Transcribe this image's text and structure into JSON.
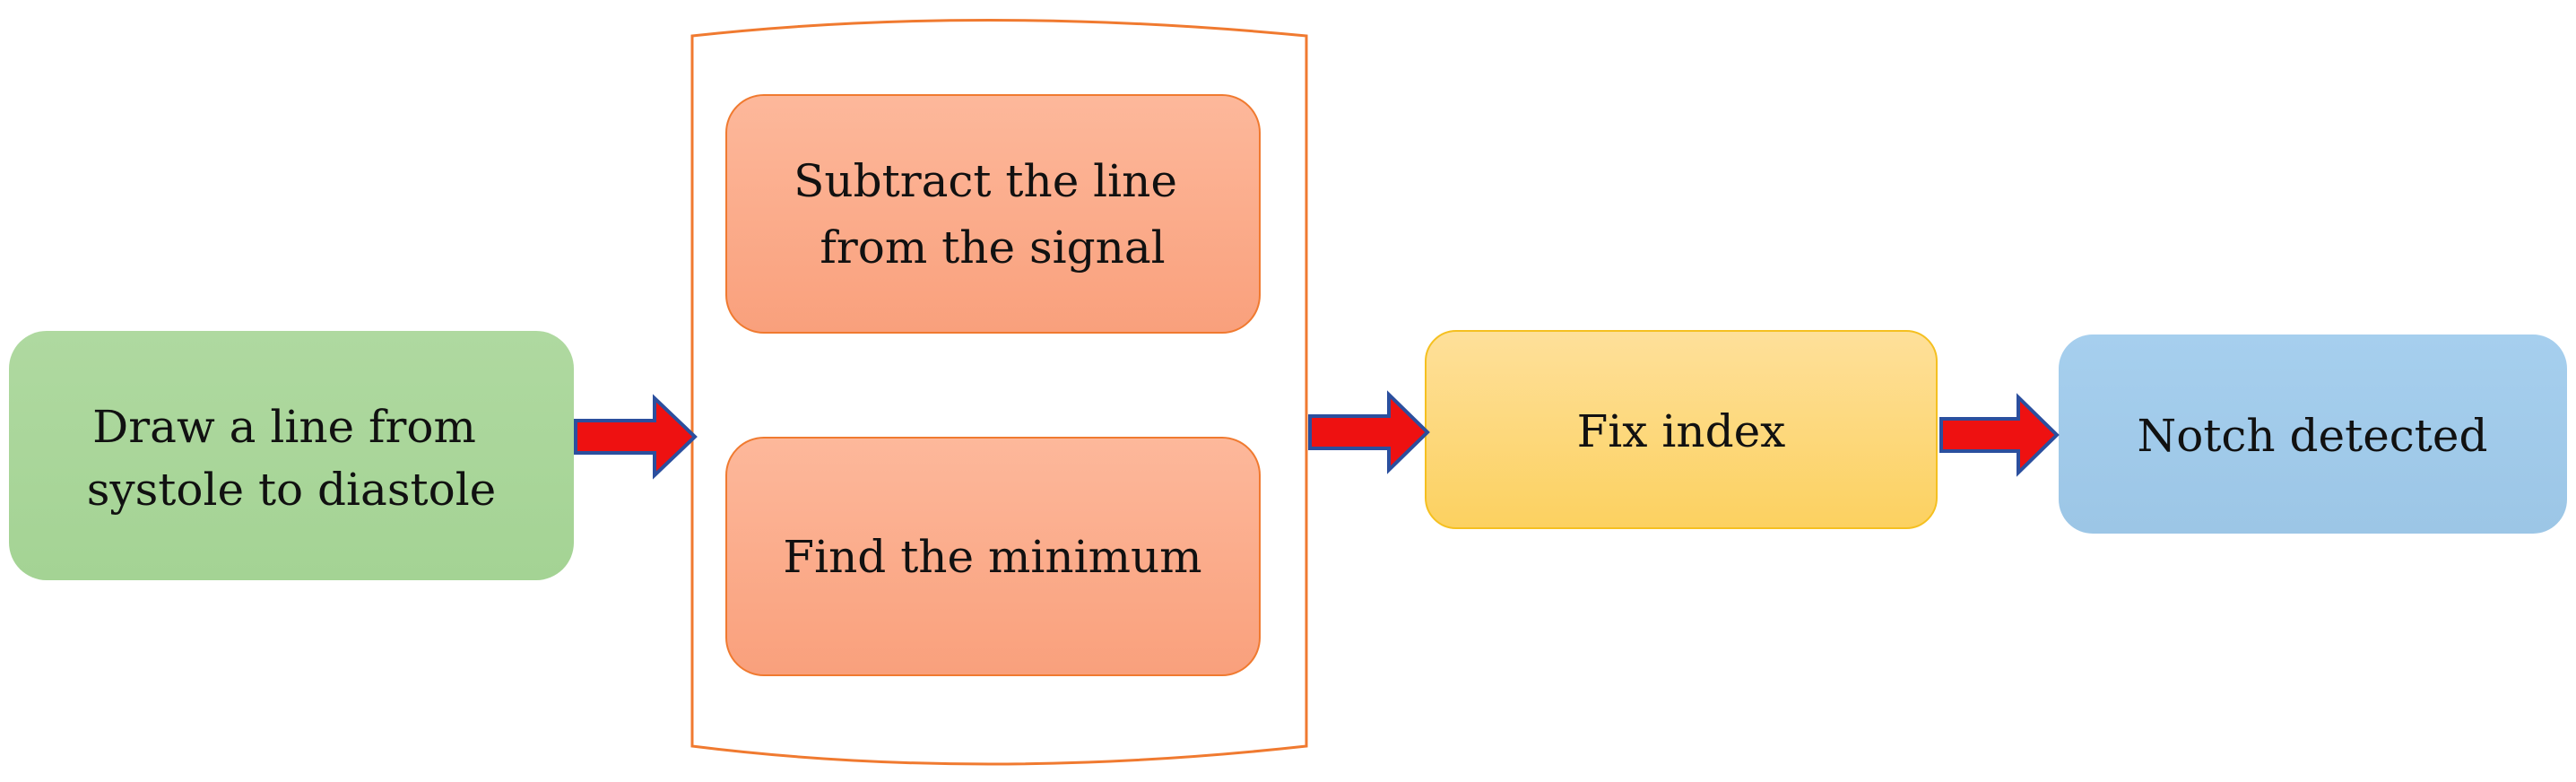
{
  "steps": {
    "draw_line": {
      "lines": [
        "Draw a line from",
        "systole to diastole"
      ],
      "fill": "#a9d69a"
    },
    "subtract_line": {
      "lines": [
        "Subtract the line",
        "from the signal"
      ],
      "fill": "#fbab8a"
    },
    "find_minimum": {
      "lines": [
        "Find the minimum"
      ],
      "fill": "#fbab8a"
    },
    "fix_index": {
      "lines": [
        "Fix index"
      ],
      "fill": "#fdd878"
    },
    "notch_detected": {
      "lines": [
        "Notch detected"
      ],
      "fill": "#a1cbea"
    }
  },
  "group_container": {
    "stroke": "#f07a30"
  },
  "arrows": {
    "fill": "#ee1111",
    "stroke": "#2b4f9e"
  }
}
